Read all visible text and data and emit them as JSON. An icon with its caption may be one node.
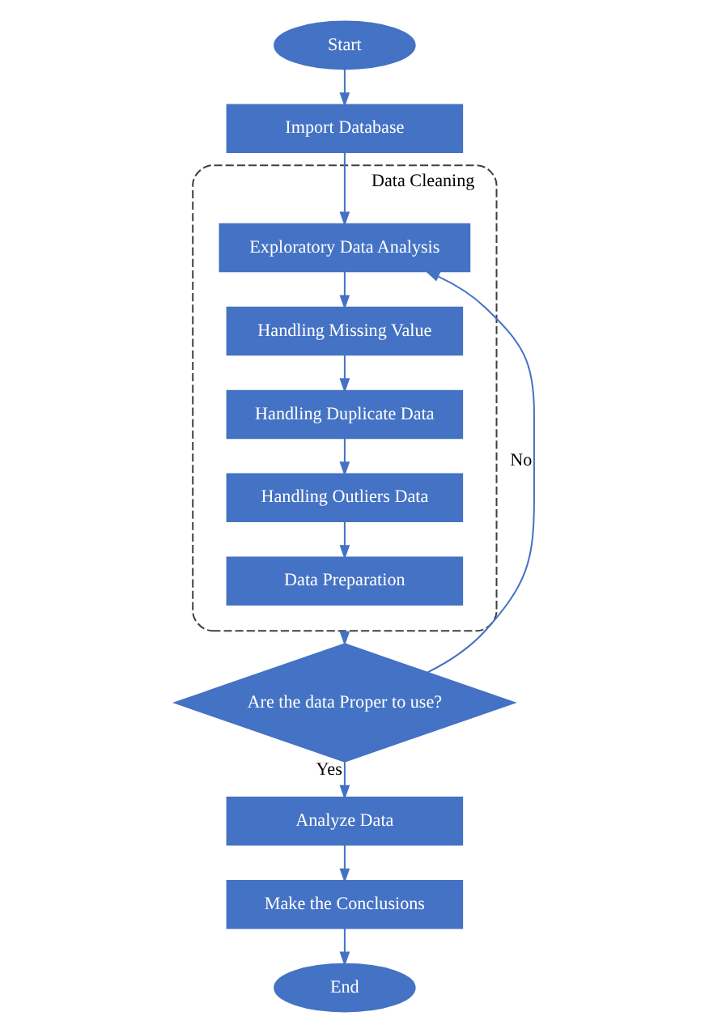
{
  "diagram": {
    "nodes": [
      {
        "text": [
          "Start"
        ]
      },
      {
        "text": [
          "Import Database"
        ]
      },
      {
        "text": [
          "Data Cleaning"
        ]
      },
      {
        "text": [
          "Exploratory Data Analysis"
        ],
        "in": 2
      },
      {
        "text": [
          "Handling Missing Value"
        ],
        "in": 2
      },
      {
        "text": [
          "Handling Duplicate Data"
        ],
        "in": 2
      },
      {
        "text": [
          "Handling Outliers Data"
        ],
        "in": 2
      },
      {
        "text": [
          "Data Preparation"
        ],
        "in": 2
      },
      {
        "text": [
          "Are the data Proper to use?"
        ]
      },
      {
        "text": [
          "Analyze Data"
        ]
      },
      {
        "text": [
          "Make the Conclusions"
        ]
      },
      {
        "text": [
          "End"
        ]
      }
    ],
    "edges": [
      {
        "from": 0,
        "to": 1,
        "arrow": "to"
      },
      {
        "from": 1,
        "to": 3,
        "arrow": "to"
      },
      {
        "from": 3,
        "to": 4,
        "arrow": "to"
      },
      {
        "from": 4,
        "to": 5,
        "arrow": "to"
      },
      {
        "from": 5,
        "to": 6,
        "arrow": "to"
      },
      {
        "from": 6,
        "to": 7,
        "arrow": "to"
      },
      {
        "from": 2,
        "to": 8,
        "arrow": "to"
      },
      {
        "from": 8,
        "to": 3,
        "label": "No",
        "arrow": "to"
      },
      {
        "from": 8,
        "to": 9,
        "label": "Yes",
        "arrow": "to"
      },
      {
        "from": 9,
        "to": 10,
        "arrow": "to"
      },
      {
        "from": 10,
        "to": 11,
        "arrow": "to"
      }
    ]
  }
}
